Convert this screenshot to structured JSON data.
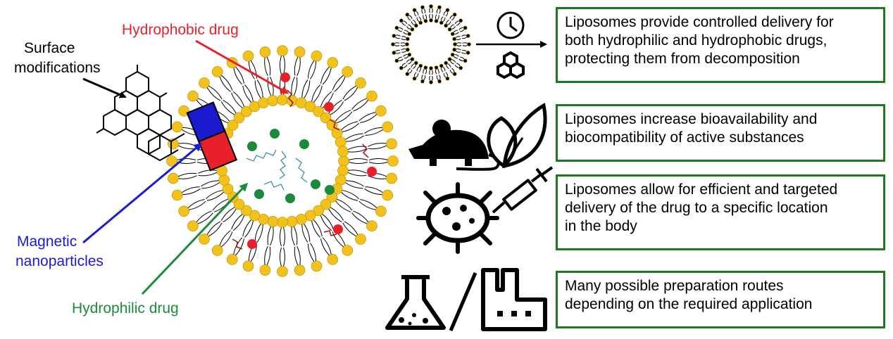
{
  "labels": {
    "hydrophobic": "Hydrophobic drug",
    "surface_line1": "Surface",
    "surface_line2": "modifications",
    "magnetic_line1": "Magnetic",
    "magnetic_line2": "nanoparticles",
    "hydrophilic": "Hydrophilic drug"
  },
  "boxes": [
    {
      "lines": [
        "Liposomes provide controlled delivery for",
        "both hydrophilic and hydrophobic drugs,",
        "protecting them from decomposition"
      ]
    },
    {
      "lines": [
        "Liposomes increase bioavailability and",
        "biocompatibility of active substances"
      ]
    },
    {
      "lines": [
        "Liposomes allow for efficient and targeted",
        "delivery of the drug to a specific location",
        "in the body"
      ]
    },
    {
      "lines": [
        "Many possible preparation routes",
        "depending on the required application"
      ]
    }
  ],
  "icons": [
    "clock-icon",
    "hexagon-molecule-icon",
    "mouse-icon",
    "leaf-icon",
    "bacteria-icon",
    "syringe-icon",
    "flask-icon",
    "factory-icon"
  ],
  "colors": {
    "hydrophobic": "#e8202a",
    "hydrophilic": "#1b8a3a",
    "magnetic": "#1a1ad0",
    "lipid_head": "#f2c21b",
    "box_border": "#1f7a1f"
  }
}
